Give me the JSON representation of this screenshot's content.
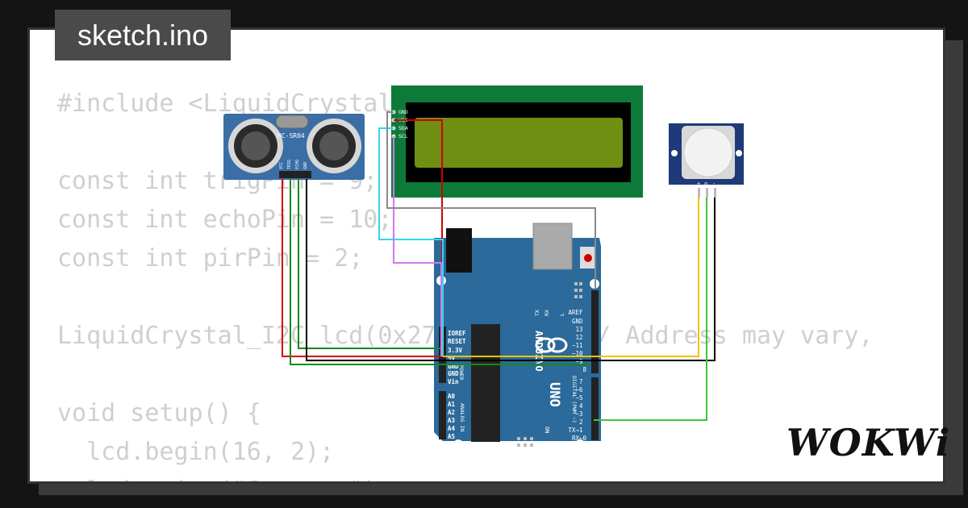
{
  "tab": {
    "filename": "sketch.ino"
  },
  "brand": {
    "logo_text": "WOKWi"
  },
  "code_lines": [
    "#include <LiquidCrystal_I2C.h>",
    "",
    "const int trigPin = 9;",
    "const int echoPin = 10;",
    "const int pirPin = 2;",
    "",
    "LiquidCrystal_I2C lcd(0x27, 16, 2); // Address may vary,",
    "",
    "void setup() {",
    "  lcd.begin(16, 2);",
    "  lcd.print(\"Status:\");"
  ],
  "hcsr04": {
    "label": "HC-SR04",
    "pins": [
      "VCC",
      "TRIG",
      "ECHO",
      "GND"
    ]
  },
  "lcd": {
    "pins": [
      "GND",
      "VCC",
      "SDA",
      "SCL"
    ]
  },
  "pir": {
    "pins": [
      "+",
      "o",
      "-"
    ]
  },
  "arduino": {
    "brand_vertical": "ARDUINO",
    "model": "UNO",
    "on_label": "ON",
    "power_pins": [
      "IOREF",
      "RESET",
      "3.3V",
      "5V",
      "GND",
      "GND",
      "Vin"
    ],
    "power_label": "POWER",
    "analog_pins": [
      "A0",
      "A1",
      "A2",
      "A3",
      "A4",
      "A5"
    ],
    "analog_label": "ANALOG IN",
    "digital_pins_top": [
      "AREF",
      "GND",
      "13",
      "12",
      "~11",
      "~10",
      "~9",
      "8"
    ],
    "digital_pins_bottom": [
      "7",
      "~6",
      "~5",
      "4",
      "~3",
      "2",
      "TX→1",
      "RX←0"
    ],
    "digital_label": "DIGITAL (PWM ~)",
    "led_labels": [
      "TX",
      "RX",
      "L"
    ]
  },
  "colors": {
    "wire_red": "#d40000",
    "wire_green": "#168a16",
    "wire_black": "#000000",
    "wire_yellow": "#f2c200",
    "wire_cyan": "#33d6ee",
    "wire_magenta": "#d07ae8",
    "wire_gray": "#8a8a8a",
    "wire_lightgreen": "#3cc63c",
    "board_blue": "#2b6a9a",
    "lcd_pcb": "#0e7a3a",
    "lcd_screen": "#6f8f12"
  }
}
